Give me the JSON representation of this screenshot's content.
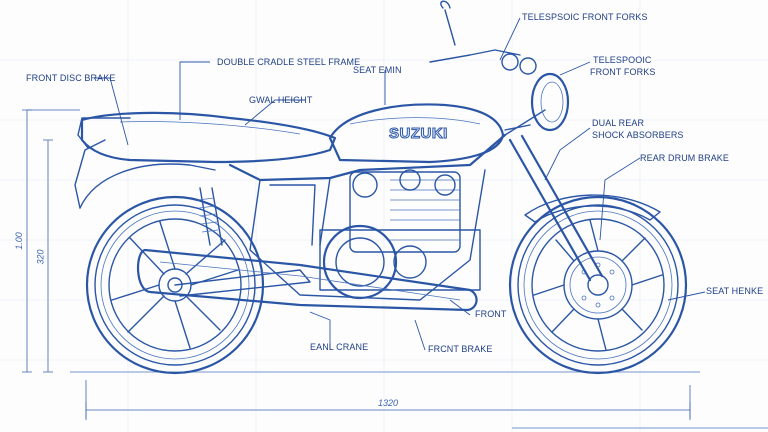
{
  "brand": "SUZUKI",
  "labels": {
    "front_disc_brake": "FRONT DISC BRAKE",
    "double_cradle_frame": "DOUBLE CRADLE STEEL FRAME",
    "seat_emin": "SEAT EMIN",
    "gwal_height": "GWAL HEIGHT",
    "telespoic_top": "TELESPSOIC FRONT FORKS",
    "telespooic_line1": "TELESPOOIC",
    "telespooic_line2": "FRONT FORKS",
    "dual_rear_line1": "DUAL REAR",
    "dual_rear_line2": "SHOCK ABSORBERS",
    "rear_drum_brake": "REAR DRUM BRAKE",
    "seat_henke": "SEAT HENKE",
    "front": "FRONT",
    "eanl_crane": "EANL CRANE",
    "front_brake": "FRCNT BRAKE"
  },
  "dimensions": {
    "height_outer": "1.00",
    "height_inner": "320",
    "length": "1320"
  },
  "colors": {
    "line": "#2b56a6",
    "text": "#1f3f86",
    "paper": "#fdfdfd"
  }
}
